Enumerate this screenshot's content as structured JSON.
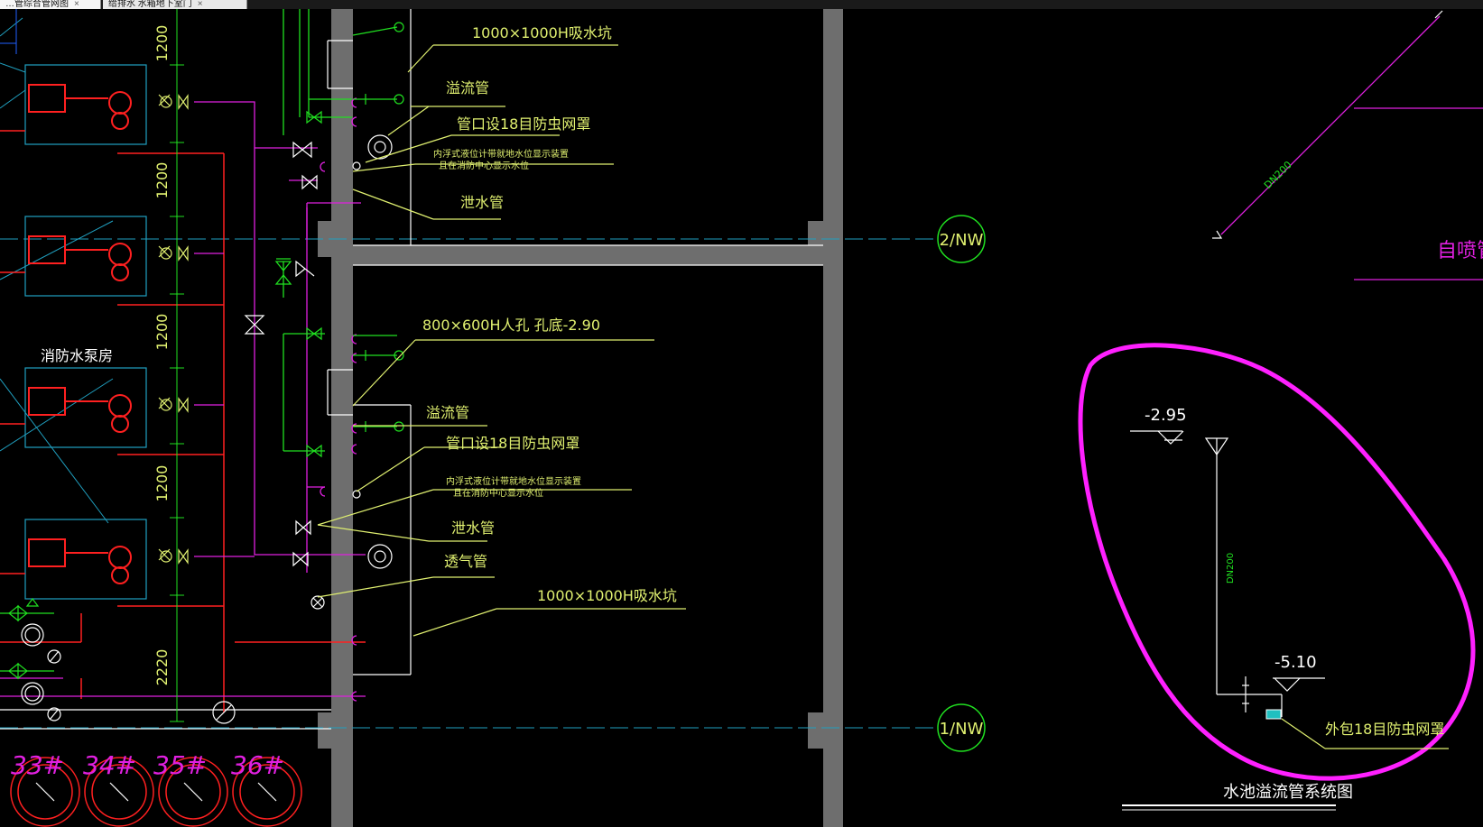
{
  "tabs": [
    {
      "label": "…管综合管网图",
      "close": "×",
      "active": true
    },
    {
      "label": "给排水 水箱地下室门",
      "close": "×",
      "active": false
    }
  ],
  "dims": [
    "1200",
    "1200",
    "1200",
    "1200",
    "2220"
  ],
  "room_label": "消防水泵房",
  "tank_top": {
    "sump": "1000×1000H吸水坑",
    "overflow": "溢流管",
    "screen": "管口设18目防虫网罩",
    "level1": "内浮式液位计带就地水位显示装置",
    "level2": "且在消防中心显示水位",
    "drain": "泄水管"
  },
  "tank_bottom": {
    "manhole": "800×600H人孔 孔底-2.90",
    "overflow": "溢流管",
    "screen": "管口设18目防虫网罩",
    "level1": "内浮式液位计带就地水位显示装置",
    "level2": "且在消防中心显示水位",
    "drain": "泄水管",
    "vent": "透气管",
    "sump": "1000×1000H吸水坑"
  },
  "grid_bubbles": [
    "2/NW",
    "1/NW"
  ],
  "pipe_labels": {
    "dn_top": "DN200",
    "sprinkler": "自喷管",
    "dn_vertical": "DN200"
  },
  "overflow_diagram": {
    "elev_top": "-2.95",
    "elev_bottom": "-5.10",
    "cover": "外包18目防虫网罩",
    "title": "水池溢流管系统图"
  },
  "tanks": [
    "33#",
    "34#",
    "35#",
    "36#"
  ],
  "colors": {
    "background": "#000000",
    "wall": "#6e6e6e",
    "pipe_red": "#ff2020",
    "pipe_magenta": "#e020e0",
    "pipe_green": "#20e020",
    "annotation": "#e0f070",
    "highlight": "#ff20ff",
    "cyan": "#20a0c0"
  }
}
